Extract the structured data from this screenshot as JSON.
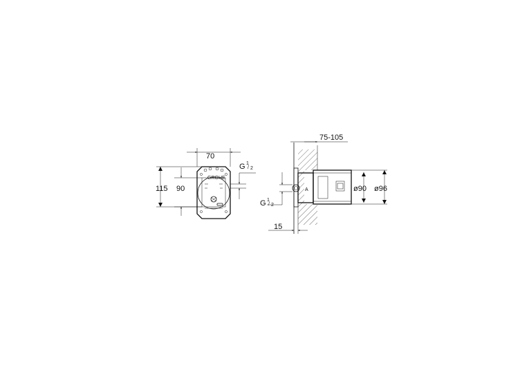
{
  "front_view": {
    "width_label": "70",
    "height_outer_label": "115",
    "height_inner_label": "90",
    "thread_label": "G",
    "thread_fraction_num": "1",
    "thread_fraction_den": "2",
    "logo_text": "GROHE"
  },
  "side_view": {
    "depth_label": "75-105",
    "diameter_inner_label": "ø90",
    "diameter_outer_label": "ø96",
    "thread_label": "G",
    "thread_fraction_num": "1",
    "thread_fraction_den": "2",
    "offset_label": "15",
    "marker_letter": "A"
  }
}
